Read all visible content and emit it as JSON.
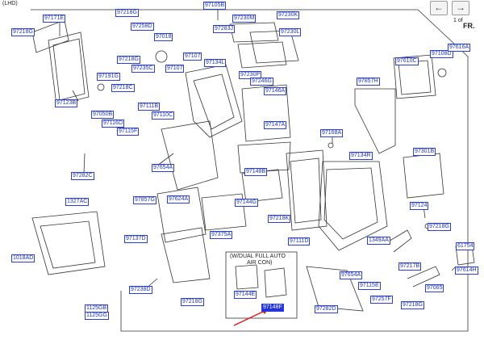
{
  "header": {
    "orientation": "(LHD)",
    "page_indicator": "1 of",
    "direction_label": "FR."
  },
  "note": {
    "line1": "(W/DUAL FULL AUTO",
    "line2": "AIR CON)"
  },
  "labels": [
    "97105B",
    "97171E",
    "97218G",
    "97258D",
    "97018",
    "97230M",
    "97230K",
    "97283J",
    "97230L",
    "97218G",
    "97107",
    "97134L",
    "97218G",
    "97235C",
    "97107",
    "97230P",
    "97246G",
    "97123B",
    "97191G",
    "97218C",
    "97111B",
    "97110C",
    "97146A",
    "97610C",
    "97108D",
    "97616A",
    "97857H",
    "97050B",
    "97116D",
    "97115F",
    "97147A",
    "97168A",
    "97134R",
    "97654A",
    "97148B",
    "97282C",
    "97301B",
    "97857G",
    "97624A",
    "97144G",
    "97124",
    "1327AC",
    "97218K",
    "97218G",
    "97137D",
    "97375A",
    "97111D",
    "1349AA",
    "1018AD",
    "97144E",
    "97148F",
    "97217B",
    "97654A",
    "97614H",
    "97238D",
    "97218G",
    "97115E",
    "97257F",
    "97065",
    "97282D",
    "97218G",
    "61754",
    "1125GB",
    "1125GG"
  ],
  "highlight_label": "97148F"
}
